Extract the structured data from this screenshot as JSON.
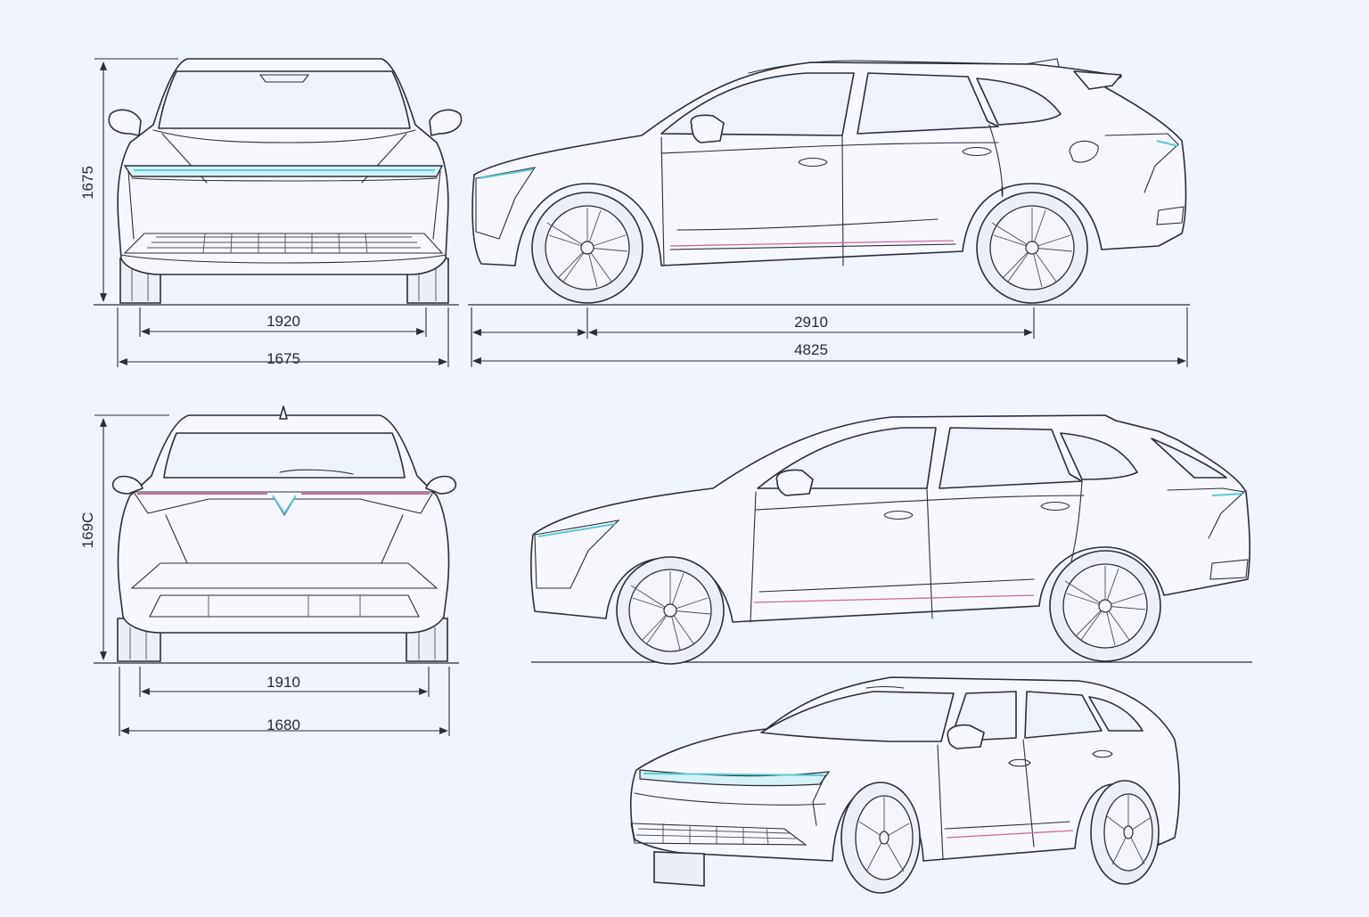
{
  "drawing": {
    "front_view": {
      "height_label": "1675",
      "track_label": "1920",
      "width_label": "1675"
    },
    "side_view": {
      "wheelbase_label": "2910",
      "length_label": "4825"
    },
    "rear_view": {
      "height_label": "169C",
      "track_label": "1910",
      "width_label": "1680"
    }
  },
  "colors": {
    "background": "#f0f4fc",
    "line": "#2b2d3a",
    "light_accent": "#5ec8d8",
    "trim_accent": "#c86a9a"
  }
}
